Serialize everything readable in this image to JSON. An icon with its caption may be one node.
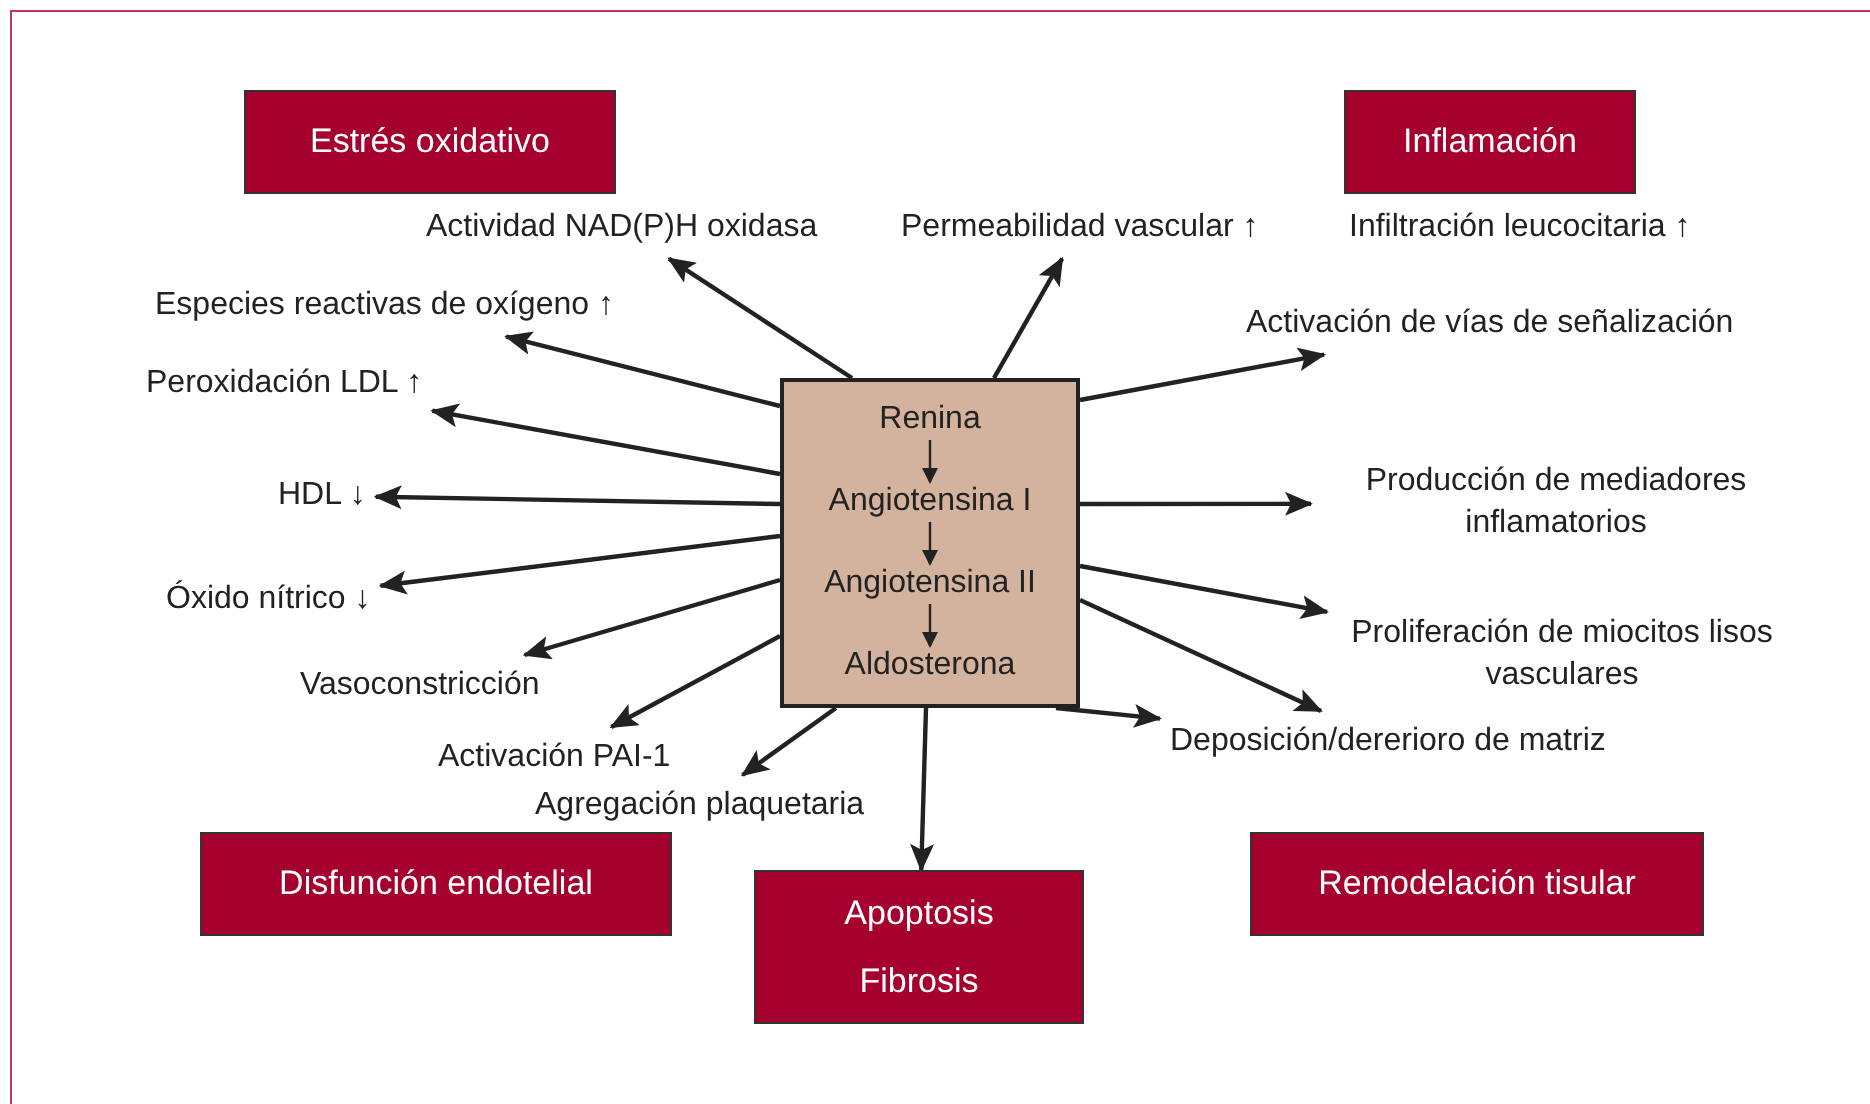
{
  "diagram": {
    "nodes": [
      {
        "text": [],
        "shape": "box"
      },
      {
        "text": [
          "Renina"
        ],
        "in": 0
      },
      {
        "text": [
          "Angiotensina I"
        ],
        "in": 0
      },
      {
        "text": [
          "Angiotensina II"
        ],
        "in": 0
      },
      {
        "text": [
          "Aldosterona"
        ],
        "in": 0
      },
      {
        "text": [
          "Estrés oxidativo"
        ]
      },
      {
        "text": [
          "Inflamación"
        ]
      },
      {
        "text": [
          "Disfunción endotelial"
        ]
      },
      {
        "text": [
          "Apoptosis",
          "Fibrosis"
        ]
      },
      {
        "text": [
          "Remodelación tisular"
        ]
      },
      {
        "text": [
          "Actividad NAD(P)H oxidasa"
        ]
      },
      {
        "text": [
          "Permeabilidad vascular ↑"
        ]
      },
      {
        "text": [
          "Infiltración leucocitaria ↑"
        ]
      },
      {
        "text": [
          "Especies reactivas de oxígeno ↑"
        ]
      },
      {
        "text": [
          "Activación de vías de señalización"
        ]
      },
      {
        "text": [
          "Peroxidación LDL ↑"
        ]
      },
      {
        "text": [
          "HDL ↓"
        ]
      },
      {
        "text": [
          "Producción de mediadores inflamatorios"
        ]
      },
      {
        "text": [
          "Óxido nítrico ↓"
        ]
      },
      {
        "text": [
          "Proliferación de miocitos lisos vasculares"
        ]
      },
      {
        "text": [
          "Vasoconstricción"
        ]
      },
      {
        "text": [
          "Activación PAI-1"
        ]
      },
      {
        "text": [
          "Deposición/dererioro de matriz"
        ]
      },
      {
        "text": [
          "Agregación plaquetaria"
        ]
      }
    ],
    "edges": [
      {
        "from": 1,
        "to": 2,
        "arrow": "to"
      },
      {
        "from": 2,
        "to": 3,
        "arrow": "to"
      },
      {
        "from": 3,
        "to": 4,
        "arrow": "to"
      },
      {
        "from": 0,
        "to": 10,
        "arrow": "to"
      },
      {
        "from": 0,
        "to": 11,
        "arrow": "to"
      },
      {
        "from": 0,
        "to": 13,
        "arrow": "to"
      },
      {
        "from": 0,
        "to": 14,
        "arrow": "to"
      },
      {
        "from": 0,
        "to": 15,
        "arrow": "to"
      },
      {
        "from": 0,
        "to": 16,
        "arrow": "to"
      },
      {
        "from": 0,
        "to": 17,
        "arrow": "to"
      },
      {
        "from": 0,
        "to": 18,
        "arrow": "to"
      },
      {
        "from": 0,
        "to": 19,
        "arrow": "to"
      },
      {
        "from": 0,
        "to": 20,
        "arrow": "to"
      },
      {
        "from": 0,
        "to": 22,
        "arrow": "to"
      },
      {
        "from": 0,
        "to": 21,
        "arrow": "to"
      },
      {
        "from": 0,
        "to": 23,
        "arrow": "to"
      },
      {
        "from": 0,
        "to": 8,
        "arrow": "to"
      },
      {
        "from": 0,
        "to": 22,
        "arrow": "to"
      }
    ]
  }
}
